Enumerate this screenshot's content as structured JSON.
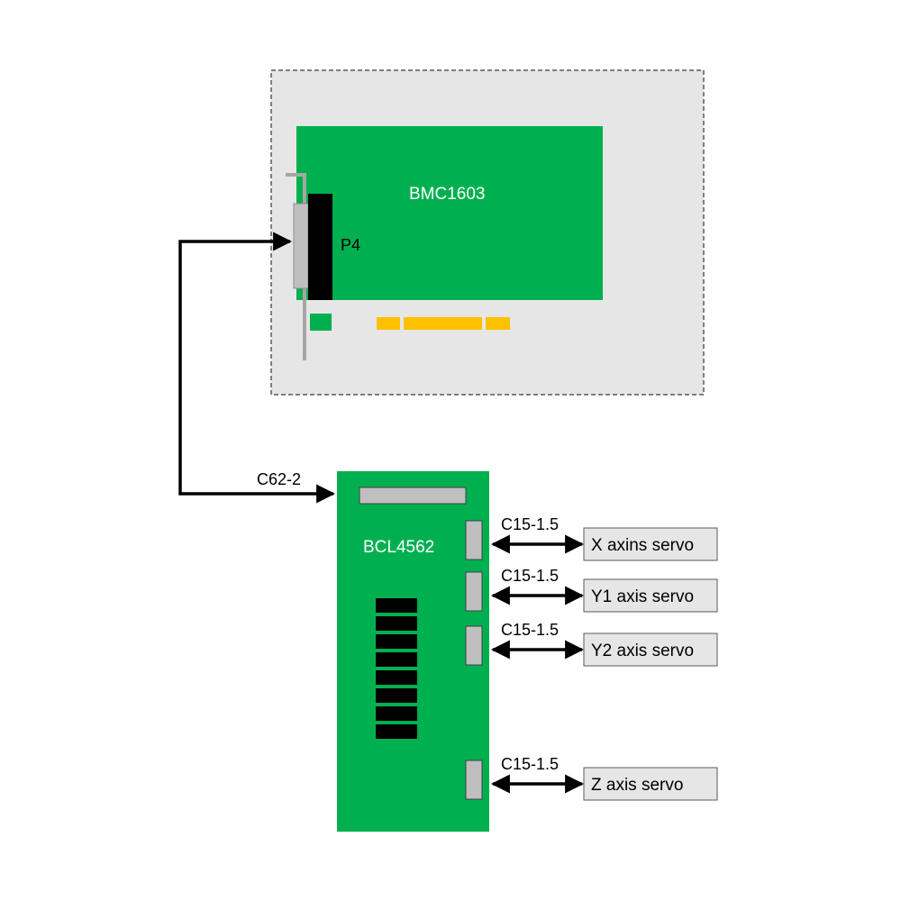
{
  "colors": {
    "pcb_green": "#00b050",
    "enclosure_fill": "#e6e6e6",
    "enclosure_border": "#595959",
    "connector_gray": "#bfbfbf",
    "gold_fingers": "#ffc000",
    "line": "#000000",
    "servo_box": "#e6e6e6"
  },
  "host_card": {
    "name": "BMC1603",
    "connector_label": "P4"
  },
  "cable_main": {
    "label": "C62-2"
  },
  "terminal_board": {
    "name": "BCL4562"
  },
  "servo_links": [
    {
      "cable": "C15-1.5",
      "servo": "X axins servo"
    },
    {
      "cable": "C15-1.5",
      "servo": "Y1 axis servo"
    },
    {
      "cable": "C15-1.5",
      "servo": "Y2 axis servo"
    },
    {
      "cable": "C15-1.5",
      "servo": "Z axis servo"
    }
  ]
}
